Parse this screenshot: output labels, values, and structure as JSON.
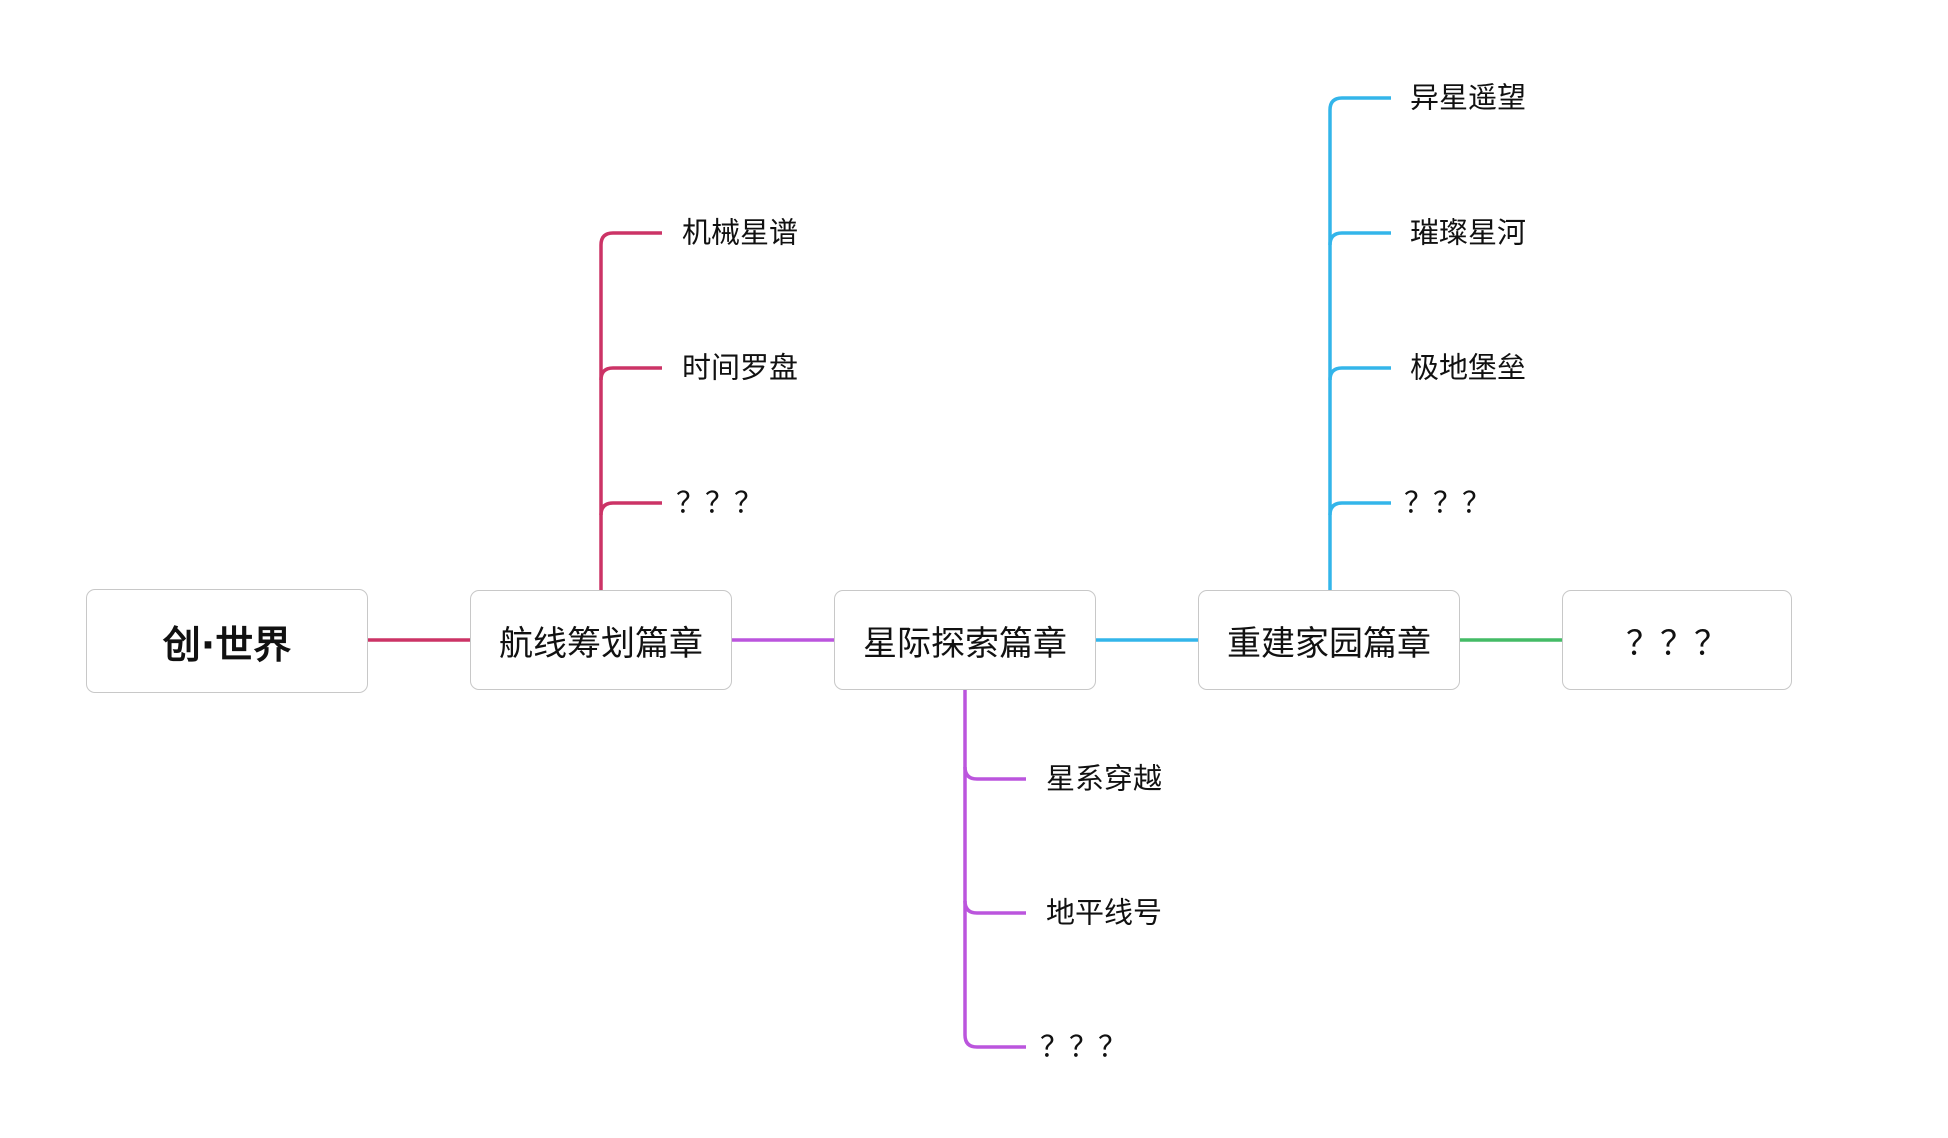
{
  "diagram": {
    "root": {
      "label": "创·世界"
    },
    "chapters": [
      {
        "label": "航线筹划篇章",
        "color": "#cc3366",
        "children": [
          "机械星谱",
          "时间罗盘",
          "？？？"
        ]
      },
      {
        "label": "星际探索篇章",
        "color": "#bb55dd",
        "children": [
          "星系穿越",
          "地平线号",
          "？？？"
        ]
      },
      {
        "label": "重建家园篇章",
        "color": "#33b5ea",
        "children": [
          "异星遥望",
          "璀璨星河",
          "极地堡垒",
          "？？？"
        ]
      },
      {
        "label": "？？？",
        "color": "#44bb66",
        "children": []
      }
    ]
  }
}
